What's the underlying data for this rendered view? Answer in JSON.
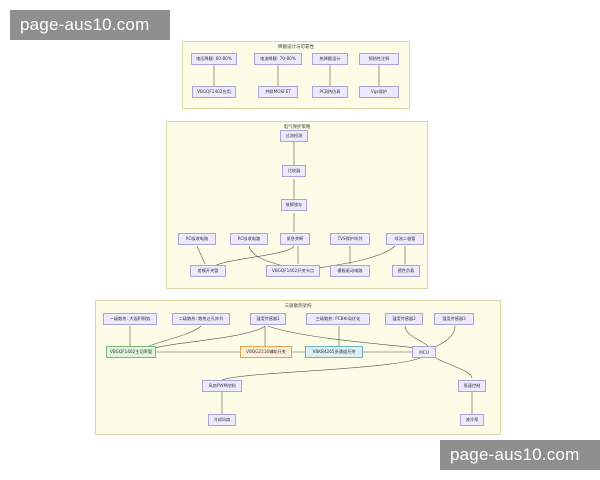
{
  "watermarks": {
    "top": "page-aus10.com",
    "bottom": "page-aus10.com"
  },
  "groups": {
    "g1": {
      "title": "降额设计与可靠性"
    },
    "g2": {
      "title": "电气保护策略"
    },
    "g3": {
      "title": "三级散热架构"
    }
  },
  "nodes": {
    "g1_a": "电压降额: 60-80%",
    "g1_b": "电流降额: 70-80%",
    "g1_c": "热降额设计",
    "g1_d": "预防性注释",
    "g1_e": "VBGQF1402应用",
    "g1_f": "并联MOSFET",
    "g1_g": "PCB热仿真",
    "g1_h": "Vgs保护",
    "g2_a": "过流检测",
    "g2_b": "比较器",
    "g2_c": "故障锁存",
    "g2_d": "RC吸收电路",
    "g2_e": "RC吸收电路",
    "g2_f": "紧急关断",
    "g2_g": "TVS保护阵列",
    "g2_h": "续流二极管",
    "g2_i": "差模开关管",
    "g2_j": "VBGQF1402开关节点",
    "g2_k": "栅极驱动电路",
    "g2_l": "感性负载",
    "g3_a": "一级散热: 大面积铜箔",
    "g3_b": "二级散热: 散热过孔阵列",
    "g3_c": "温度传感器1",
    "g3_d": "三级散热: PCB布局优化",
    "g3_e": "温度传感器2",
    "g3_f": "温度传感器3",
    "g3_g": "VBGQF1402主功率管",
    "g3_h": "VBQG2216辅助开关",
    "g3_i": "VBKB4265多通道开关",
    "g3_j": "MCU",
    "g3_k": "风扇PWM控制",
    "g3_l": "泵速控制",
    "g3_m": "冷却风扇",
    "g3_n": "液冷泵"
  }
}
